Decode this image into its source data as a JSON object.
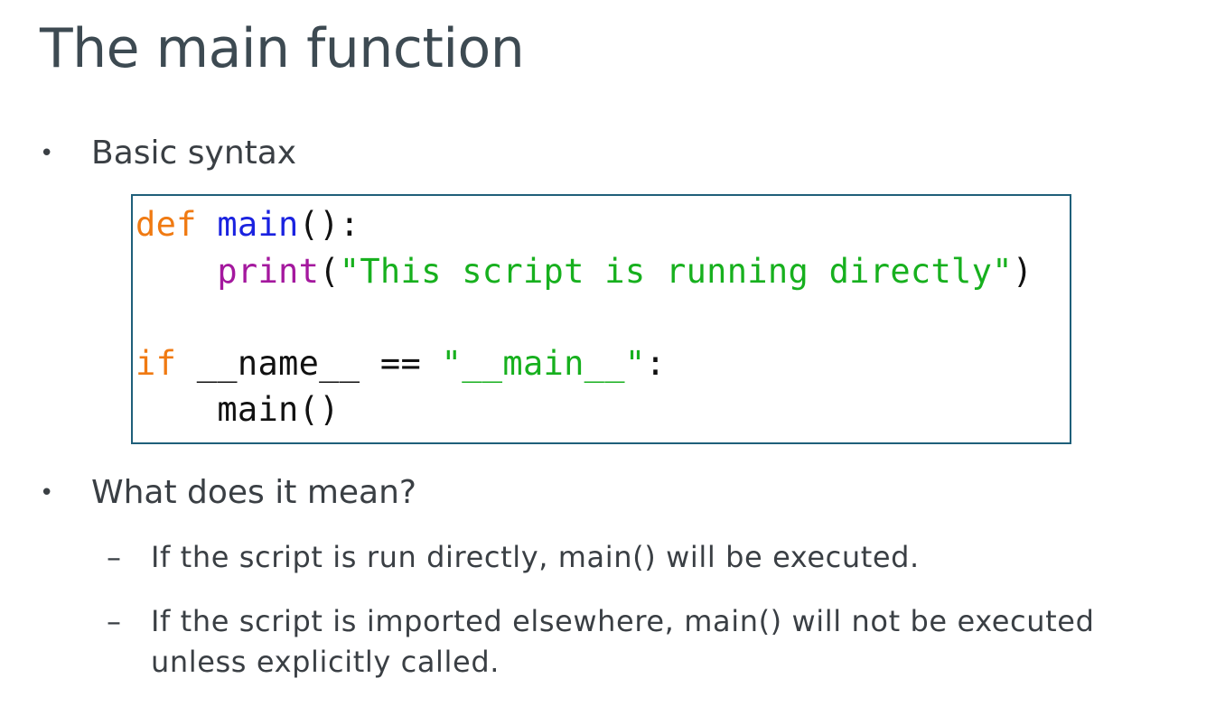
{
  "slide": {
    "title": "The main function",
    "bullets": [
      {
        "text": "Basic syntax"
      },
      {
        "text": "What does it mean?"
      }
    ],
    "sub_bullets": [
      {
        "dash": "–",
        "lines": [
          "If the script is run directly, main() will be executed."
        ]
      },
      {
        "dash": "–",
        "lines": [
          "If the script is imported elsewhere, main() will not be executed",
          "unless explicitly called."
        ]
      }
    ],
    "bullet_glyph": "•",
    "code": {
      "line1": {
        "kw": "def",
        "sp": " ",
        "fn": "main",
        "rest": "():"
      },
      "line2": {
        "indent": "    ",
        "bi": "print",
        "open": "(",
        "str": "\"This script is running directly\"",
        "close": ")"
      },
      "line3": "",
      "line4": {
        "kw": "if",
        "mid": " __name__ == ",
        "str": "\"__main__\"",
        "end": ":"
      },
      "line5": {
        "indent": "    ",
        "call": "main()"
      }
    },
    "colors": {
      "keyword": "#f07a12",
      "function_name": "#1a22e0",
      "builtin": "#a4189e",
      "string": "#17b01e",
      "code_border": "#1f5f7a",
      "text": "#3a3f44"
    }
  }
}
